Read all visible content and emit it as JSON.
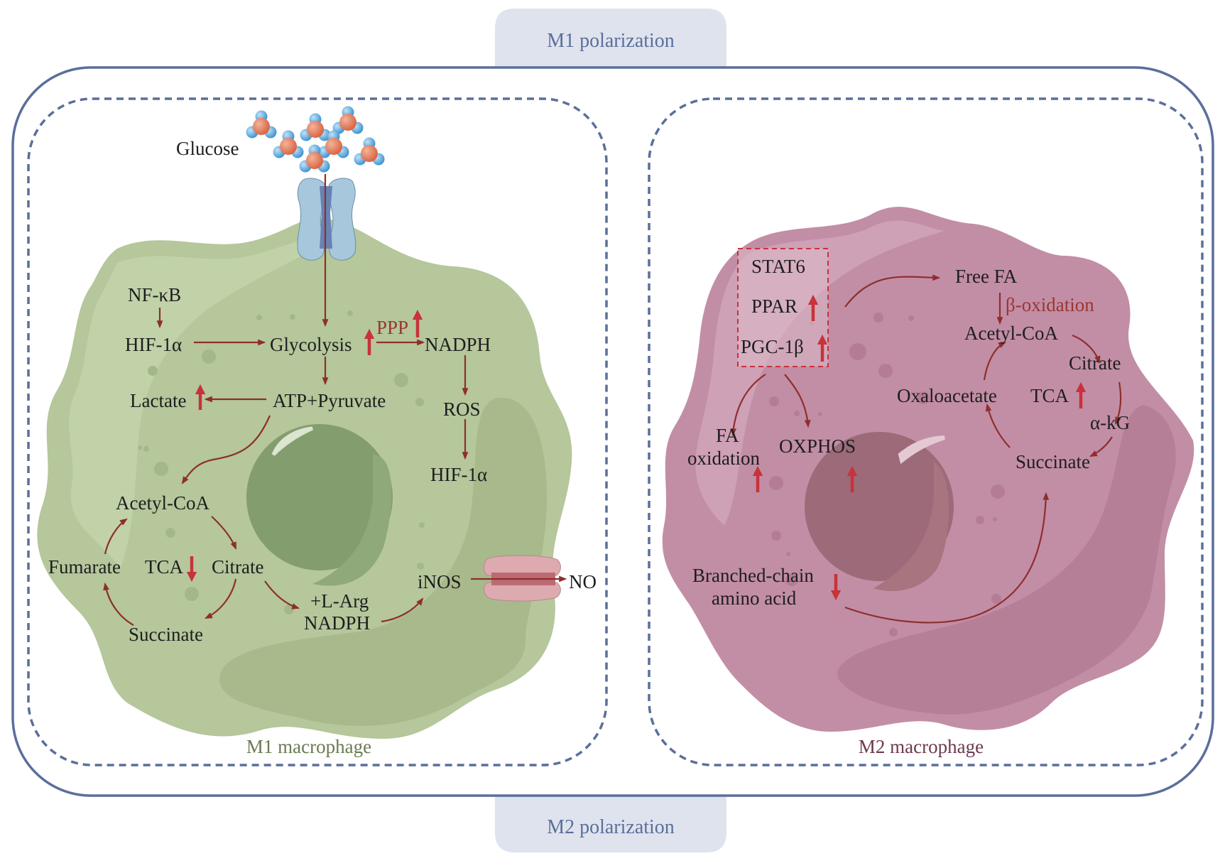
{
  "title": "Metabolic reprogramming in M1 and M2 macrophage polarization",
  "tabs": {
    "top": "M1 polarization",
    "bottom": "M2 polarization"
  },
  "colors": {
    "frame": "#5a6f9a",
    "tab_fill": "#dfe3ee",
    "m1_cell": "#b5c79b",
    "m1_nucleus": "#849d6f",
    "m2_cell": "#c28ea5",
    "m2_nucleus": "#9c6a79",
    "arrow_thin": "#8e2e2e",
    "arrow_regulation": "#c8323a"
  },
  "m1": {
    "caption": "M1 macrophage",
    "glucose": "Glucose",
    "nfkb": "NF-κB",
    "hif1a_top": "HIF-1α",
    "glycolysis": "Glycolysis",
    "ppp": "PPP",
    "nadph": "NADPH",
    "lactate": "Lactate",
    "atp_pyruvate": "ATP+Pyruvate",
    "ros": "ROS",
    "hif1a_bottom": "HIF-1α",
    "acetyl_coa": "Acetyl-CoA",
    "fumarate": "Fumarate",
    "tca": "TCA",
    "citrate": "Citrate",
    "succinate": "Succinate",
    "l_arg": "+L-Arg",
    "nadph2": "NADPH",
    "inos": "iNOS",
    "no": "NO",
    "regulation": {
      "glycolysis": "up",
      "ppp": "up",
      "lactate": "up",
      "tca": "down"
    }
  },
  "m2": {
    "caption": "M2 macrophage",
    "stat6": "STAT6",
    "ppar": "PPAR",
    "pgc1b": "PGC-1β",
    "free_fa": "Free FA",
    "beta_oxidation": "β-oxidation",
    "acetyl_coa": "Acetyl-CoA",
    "citrate": "Citrate",
    "oxaloacetate": "Oxaloacetate",
    "tca": "TCA",
    "akg": "α-kG",
    "succinate": "Succinate",
    "fa_line1": "FA",
    "fa_line2": "oxidation",
    "oxphos": "OXPHOS",
    "bcaa_line1": "Branched-chain",
    "bcaa_line2": "amino acid",
    "regulation": {
      "ppar": "up",
      "pgc1b": "up",
      "fa_oxidation": "up",
      "oxphos": "up",
      "tca": "up",
      "bcaa": "down"
    }
  }
}
